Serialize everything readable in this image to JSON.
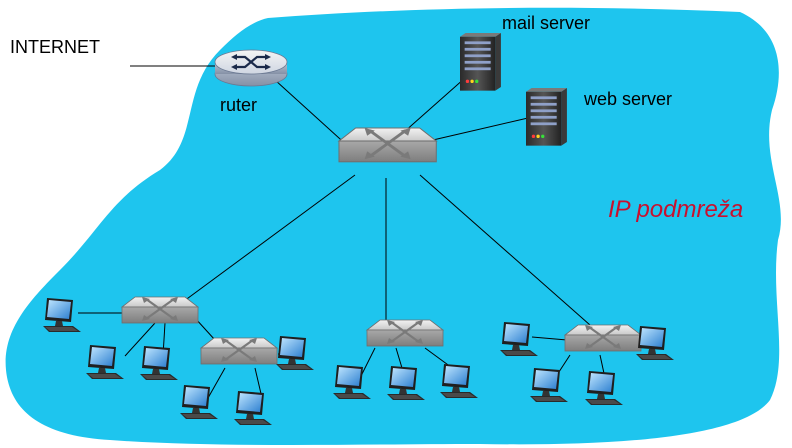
{
  "labels": {
    "internet": "INTERNET",
    "router": "ruter",
    "mail_server": "mail server",
    "web_server": "web server",
    "subnet": "IP podmreža"
  },
  "colors": {
    "subnet_fill": "#1ec5ee",
    "subnet_label": "#c8102e",
    "link": "#000000"
  },
  "icons": {
    "router": "router-icon",
    "switch": "switch-icon",
    "server": "server-icon",
    "host": "workstation-icon"
  }
}
